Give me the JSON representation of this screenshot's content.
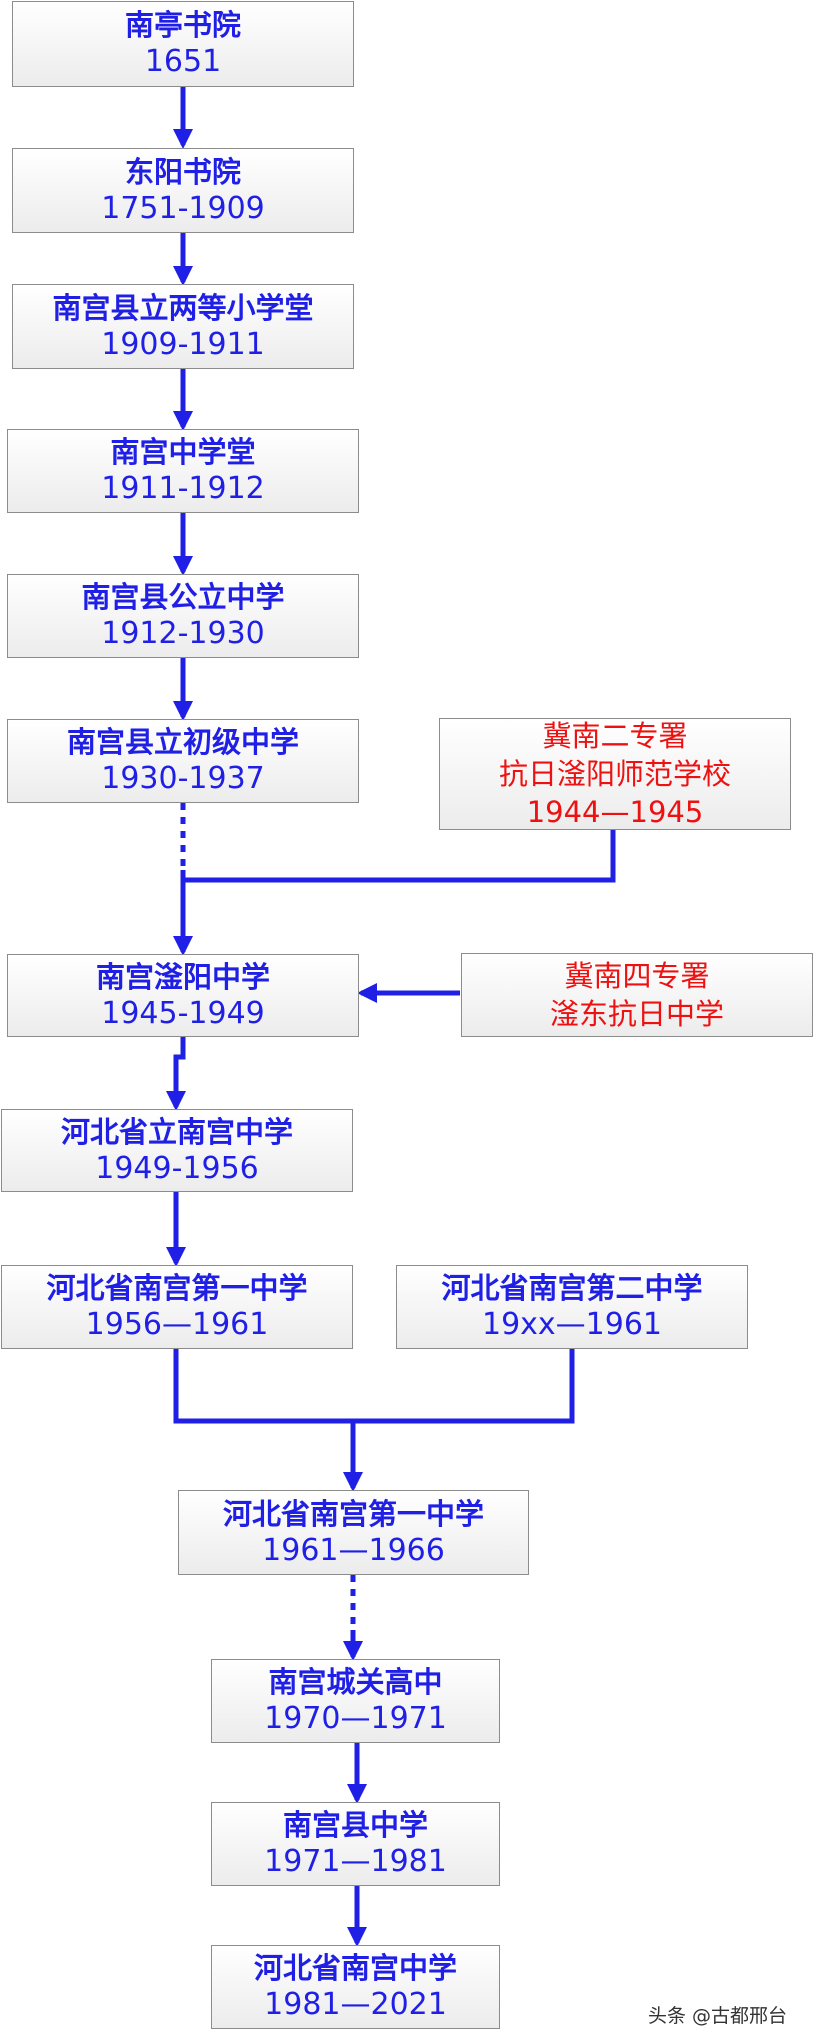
{
  "nodes": [
    {
      "id": "nanting",
      "title": "南亭书院",
      "years": "1651"
    },
    {
      "id": "dongyang",
      "title": "东阳书院",
      "years": "1751-1909"
    },
    {
      "id": "xianli-liangdeng",
      "title": "南宫县立两等小学堂",
      "years": "1909-1911"
    },
    {
      "id": "zhongxuetang",
      "title": "南宫中学堂",
      "years": "1911-1912"
    },
    {
      "id": "gongli",
      "title": "南宫县公立中学",
      "years": "1912-1930"
    },
    {
      "id": "chuji",
      "title": "南宫县立初级中学",
      "years": "1930-1937"
    },
    {
      "id": "fuyang",
      "title": "南宫滏阳中学",
      "years": "1945-1949"
    },
    {
      "id": "shengli",
      "title": "河北省立南宫中学",
      "years": "1949-1956"
    },
    {
      "id": "diyi-1956",
      "title": "河北省南宫第一中学",
      "years": "1956—1961"
    },
    {
      "id": "dier",
      "title": "河北省南宫第二中学",
      "years": "19xx—1961"
    },
    {
      "id": "diyi-1961",
      "title": "河北省南宫第一中学",
      "years": "1961—1966"
    },
    {
      "id": "chengguan",
      "title": "南宫城关高中",
      "years": "1970—1971"
    },
    {
      "id": "xian-zhongxue",
      "title": "南宫县中学",
      "years": "1971—1981"
    },
    {
      "id": "nangong",
      "title": "河北省南宫中学",
      "years": "1981—2021"
    }
  ],
  "side_nodes": [
    {
      "id": "jinan-2",
      "lines": [
        "冀南二专署",
        "抗日滏阳师范学校",
        "1944—1945"
      ]
    },
    {
      "id": "jinan-4",
      "lines": [
        "冀南四专署",
        "滏东抗日中学"
      ]
    }
  ],
  "colors": {
    "primary": "#1f1fe6",
    "secondary": "#ee1111",
    "border": "#8c8c8c"
  },
  "watermark": "头条 @古都邢台"
}
